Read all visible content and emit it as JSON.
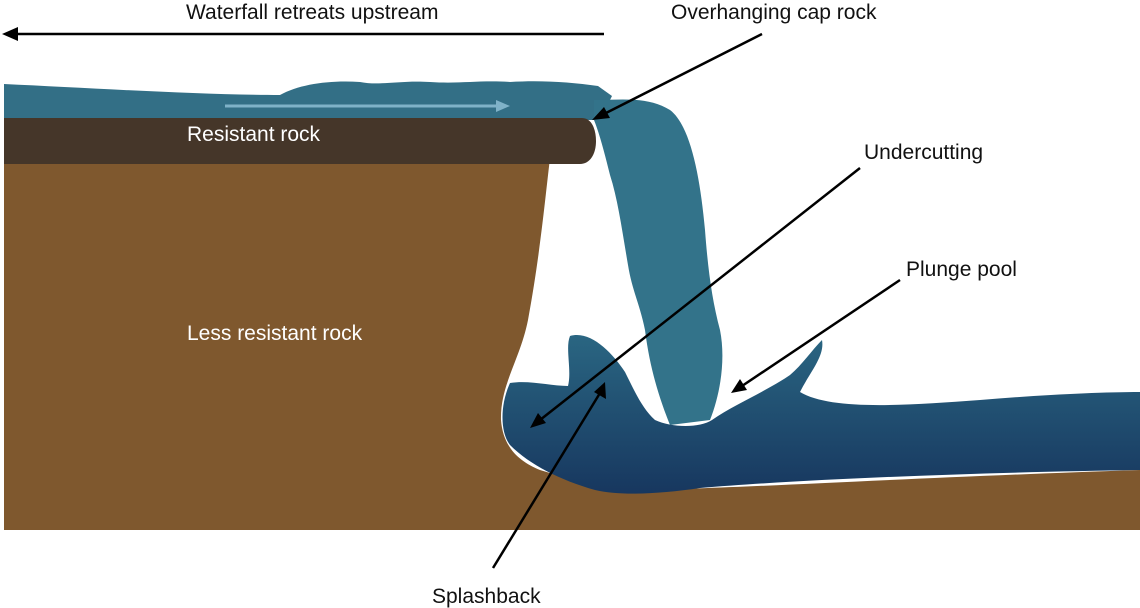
{
  "labels": {
    "retreat": "Waterfall retreats upstream",
    "cap_rock": "Overhanging cap rock",
    "resistant_rock": "Resistant rock",
    "less_resistant_rock": "Less resistant rock",
    "undercutting": "Undercutting",
    "plunge_pool": "Plunge pool",
    "splashback": "Splashback"
  },
  "colors": {
    "surface_water": "#336f86",
    "waterfall": "#33738a",
    "pool_top": "#2a6682",
    "pool_bottom": "#17375f",
    "resistant_rock": "#453629",
    "less_resistant_rock": "#7f582e",
    "arrow": "#000000",
    "flow_arrow": "#7fb2c8"
  }
}
